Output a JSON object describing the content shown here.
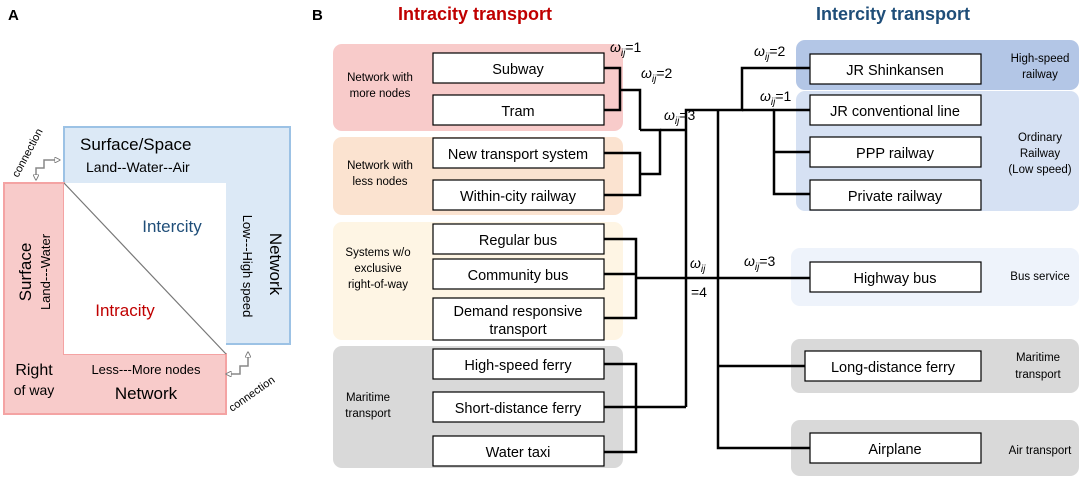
{
  "panel_a": {
    "label": "A",
    "surface_space": "Surface/Space",
    "land_water_air": "Land--Water--Air",
    "intercity": "Intercity",
    "intracity": "Intracity",
    "network_v": "Network",
    "low_high_speed": "Low---High speed",
    "surface": "Surface",
    "land_water": "Land---Water",
    "less_more_nodes": "Less---More nodes",
    "network_h": "Network",
    "right": "Right",
    "of_way": "of way",
    "connection_top": "connection",
    "connection_bottom": "connection"
  },
  "panel_b": {
    "label": "B",
    "intracity_title": "Intracity transport",
    "intercity_title": "Intercity transport",
    "groups_left": [
      {
        "line1": "Network with",
        "line2": "more nodes"
      },
      {
        "line1": "Network with",
        "line2": "less nodes"
      },
      {
        "line1": "Systems w/o",
        "line2": "exclusive",
        "line3": "right-of-way"
      },
      {
        "line1": "Maritime",
        "line2": "transport"
      }
    ],
    "groups_right": [
      {
        "line1": "High-speed",
        "line2": "railway"
      },
      {
        "line1": "Ordinary",
        "line2": "Railway",
        "line3": "(Low speed)"
      },
      {
        "line1": "Bus service"
      },
      {
        "line1": "Maritime",
        "line2": "transport"
      },
      {
        "line1": "Air transport"
      }
    ],
    "nodes_left": [
      "Subway",
      "Tram",
      "New transport system",
      "Within-city railway",
      "Regular bus",
      "Community bus",
      "High-speed ferry",
      "Short-distance ferry",
      "Water taxi"
    ],
    "demand_line1": "Demand responsive",
    "demand_line2": "transport",
    "nodes_right": [
      "JR Shinkansen",
      "JR conventional line",
      "PPP railway",
      "Private railway",
      "Highway bus",
      "Long-distance ferry",
      "Airplane"
    ],
    "omega_sub": "ij",
    "weights": {
      "w1_left": "=1",
      "w2_left": "=2",
      "w3_left": "=3",
      "w4": "=4",
      "w2_right": "=2",
      "w1_right": "=1",
      "w3_right": "=3"
    }
  }
}
